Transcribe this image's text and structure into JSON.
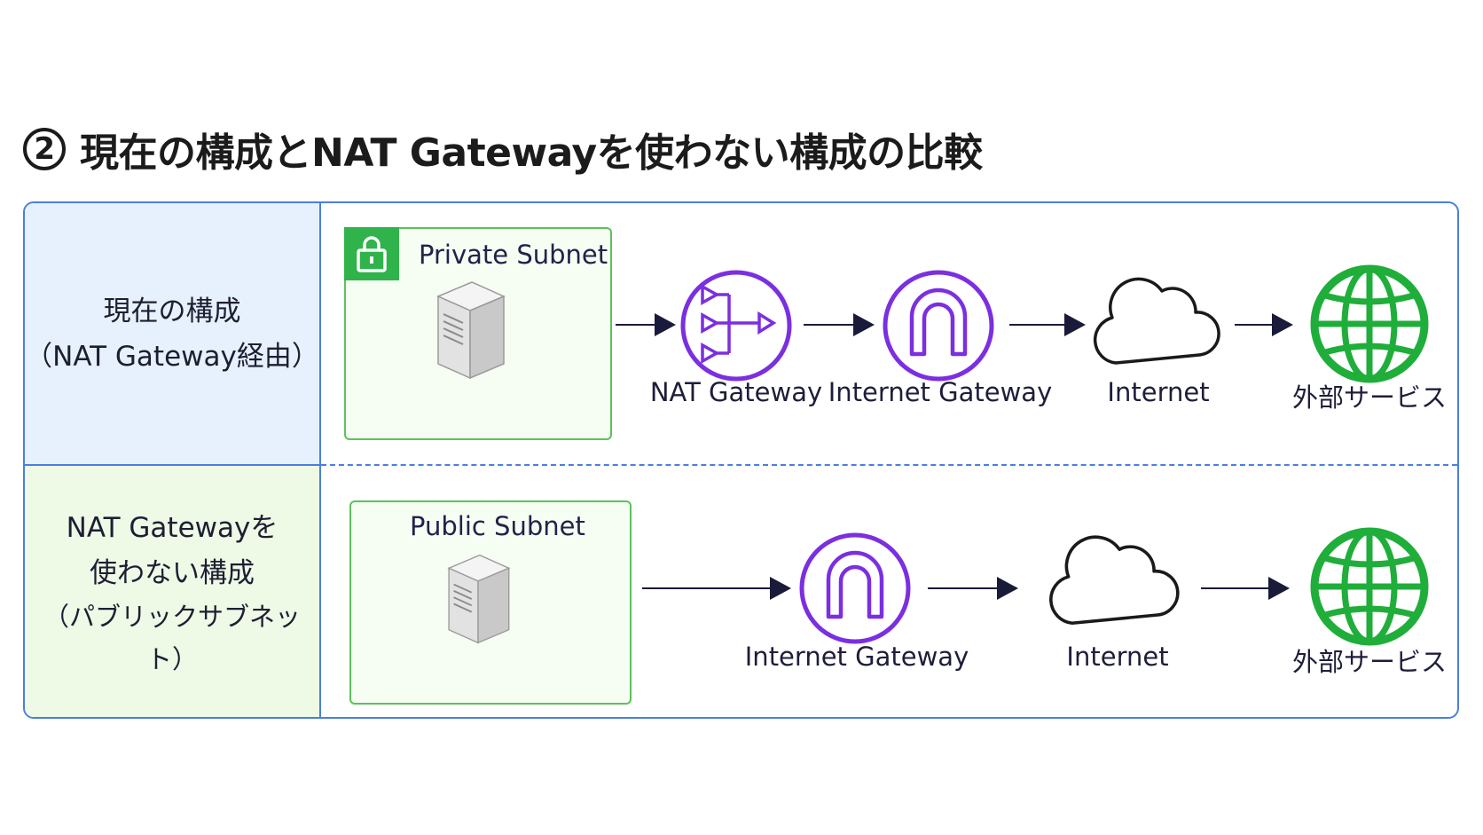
{
  "title": {
    "number": "2",
    "text": "現在の構成とNAT Gatewayを使わない構成の比較"
  },
  "rows": [
    {
      "label_lines": [
        "現在の構成",
        "（NAT Gateway経由）"
      ],
      "subnet_title": "Private Subnet",
      "nodes": [
        {
          "label": "NAT Gateway",
          "icon": "nat-gateway-icon"
        },
        {
          "label": "Internet Gateway",
          "icon": "internet-gateway-icon"
        },
        {
          "label": "Internet",
          "icon": "cloud-icon"
        },
        {
          "label": "外部サービス",
          "icon": "globe-icon"
        }
      ]
    },
    {
      "label_lines": [
        "NAT Gatewayを",
        "使わない構成",
        "（パブリックサブネット）"
      ],
      "subnet_title": "Public Subnet",
      "nodes": [
        {
          "label": "Internet Gateway",
          "icon": "internet-gateway-icon"
        },
        {
          "label": "Internet",
          "icon": "cloud-icon"
        },
        {
          "label": "外部サービス",
          "icon": "globe-icon"
        }
      ]
    }
  ],
  "colors": {
    "frame_border": "#4a7fe0",
    "row1_label_bg": "#e6f1fd",
    "row2_label_bg": "#eef9e6",
    "subnet_border": "#5cc25c",
    "purple_icon": "#7b2fe0",
    "globe": "#1fae3a",
    "arrow": "#1a1a3a"
  }
}
